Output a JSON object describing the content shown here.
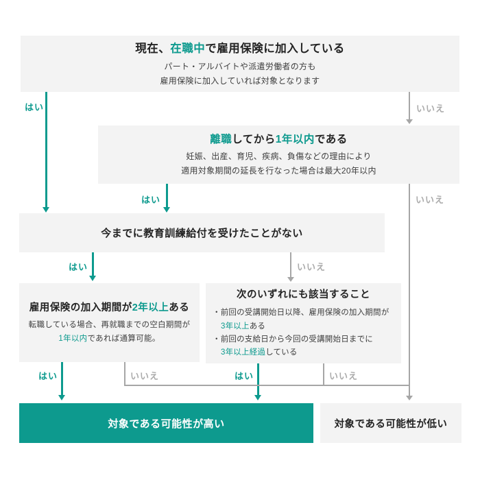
{
  "colors": {
    "teal": "#0d9a8e",
    "box_background": "#f3f3f3",
    "gray_line": "#a6a6a6",
    "title_text": "#232323",
    "note_text": "#3e3e3e",
    "no_label": "#ababab",
    "result_high_bg": "#0d9a8e",
    "result_high_text": "#ffffff"
  },
  "labels": {
    "yes": "はい",
    "no": "いいえ"
  },
  "flow": {
    "q1": {
      "title": [
        {
          "t": "現在、"
        },
        {
          "t": "在職中"
        },
        {
          "t": "で雇用保険に加入している"
        }
      ],
      "note": [
        "パート・アルバイトや派遣労働者の方も",
        "雇用保険に加入していれば対象となります"
      ]
    },
    "q2": {
      "title": [
        {
          "t": "離職"
        },
        {
          "t": "してから"
        },
        {
          "t": "1年以内"
        },
        {
          "t": "である"
        }
      ],
      "note": [
        "妊娠、出産、育児、疾病、負傷などの理由により",
        "適用対象期間の延長を行なった場合は最大20年以内"
      ]
    },
    "q3": {
      "title": [
        {
          "t": "今までに教育訓練給付を受けたことがない"
        }
      ]
    },
    "q4a": {
      "title": [
        {
          "t": "雇用保険の加入期間が"
        },
        {
          "t": "2年以上"
        },
        {
          "t": "ある"
        }
      ],
      "note_line1": "転職している場合、再就職までの空白期間が",
      "note_line2": [
        {
          "t": "1年以内"
        },
        {
          "t": "であれば通算可能。"
        }
      ]
    },
    "q4b": {
      "title": [
        {
          "t": "次のいずれにも該当すること"
        }
      ],
      "bullet1_line1": "・前回の受講開始日以降、雇用保険の加入期間が",
      "bullet1_line2": [
        {
          "t": "3年以上"
        },
        {
          "t": "ある"
        }
      ],
      "bullet2_line1": "・前回の支給日から今回の受講開始日までに",
      "bullet2_line2": [
        {
          "t": "3年以上経過"
        },
        {
          "t": "している"
        }
      ]
    },
    "result_high": "対象である可能性が高い",
    "result_low": "対象である可能性が低い"
  }
}
